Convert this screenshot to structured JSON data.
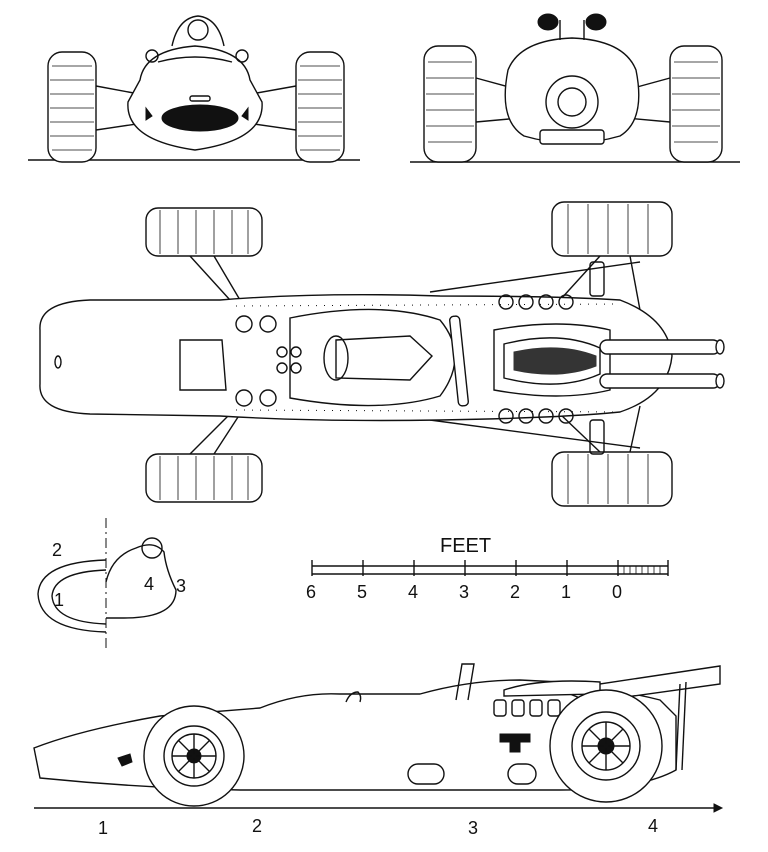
{
  "scale": {
    "unit": "FEET",
    "ticks": [
      "6",
      "5",
      "4",
      "3",
      "2",
      "1",
      "0"
    ]
  },
  "section": {
    "labels": [
      "2",
      "1",
      "4",
      "3"
    ]
  },
  "side_view": {
    "stations": [
      "1",
      "2",
      "3",
      "4"
    ]
  },
  "colors": {
    "ink": "#111111",
    "paper": "#ffffff"
  }
}
